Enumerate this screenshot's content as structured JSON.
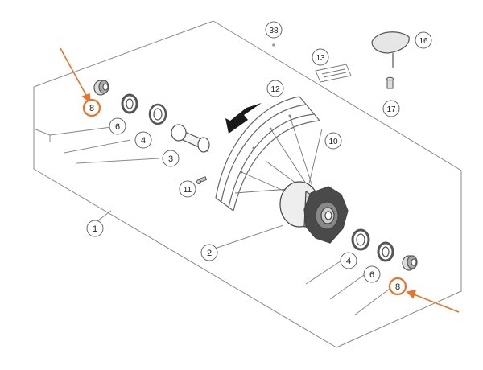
{
  "diagram": {
    "callouts": [
      "1",
      "2",
      "3",
      "4",
      "6",
      "8",
      "10",
      "11",
      "12",
      "13",
      "16",
      "17",
      "38"
    ],
    "highlight_color": "#e8732a",
    "line_color": "#8a8a8a",
    "part_color": "#555555"
  }
}
